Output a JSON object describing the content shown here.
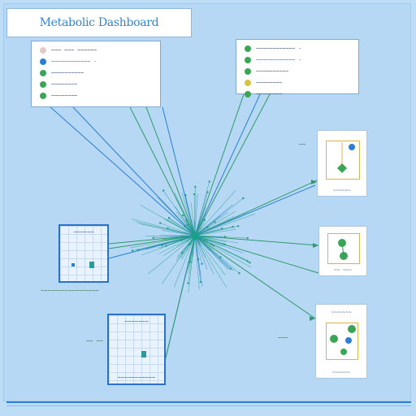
{
  "title": "Metabolic Dashboard",
  "colors": {
    "background": "#b6d8f4",
    "edge_blue": "#2a7fd4",
    "edge_green": "#2f9a6a",
    "hub": "#1f9e8a",
    "node_green": "#3aa655",
    "frame_orange": "#e3b24a"
  },
  "legend_left": {
    "items": [
      {
        "label": "~~~ ~~~ ~~~~~~",
        "dot_color": "#e8c9c9",
        "style": "plain"
      },
      {
        "label": "~~~~~~~~~~~~ -",
        "dot_color": "#2a7fd4",
        "style": "blue"
      },
      {
        "label": "~~~~~~~~~~",
        "dot_color": "#3aa655",
        "style": "plain"
      },
      {
        "label": "~~~~~~~~",
        "dot_color": "#3aa655",
        "style": "plain"
      },
      {
        "label": "~~~~~~~~",
        "dot_color": "#3aa655",
        "style": "plain"
      }
    ]
  },
  "legend_right": {
    "items": [
      {
        "label": "~~~~~~~~~~~~ -",
        "dot_color": "#3aa655",
        "style": "plain"
      },
      {
        "label": "~~~~~~~~~~~~ -",
        "dot_color": "#3aa655",
        "style": "blue"
      },
      {
        "label": "~~~~~~~~~~",
        "dot_color": "#3aa655",
        "style": "plain"
      },
      {
        "label": "~~~~~~~~",
        "dot_color": "#d8c24a",
        "style": "plain"
      },
      {
        "label": "~~~~~~~~",
        "dot_color": "#3aa655",
        "style": "plain"
      }
    ]
  },
  "cards": [
    {
      "caption": "~~~~~~",
      "icon": "pathway-node-icon"
    },
    {
      "caption": "~~ ~~~",
      "icon": "pathway-node-icon"
    },
    {
      "caption": "~~~~~~",
      "icon": "pathway-node-icon",
      "title": "~~~~~~~"
    }
  ],
  "grids": [
    {
      "title": "~~~~~~",
      "caption": "~~~~~~~~~~~~~~~~~"
    },
    {
      "title": "~~~~~~~",
      "caption": "~~~~~~~~~~~"
    }
  ],
  "free_labels": [
    "~~",
    "~~~",
    "~~ ~~"
  ]
}
